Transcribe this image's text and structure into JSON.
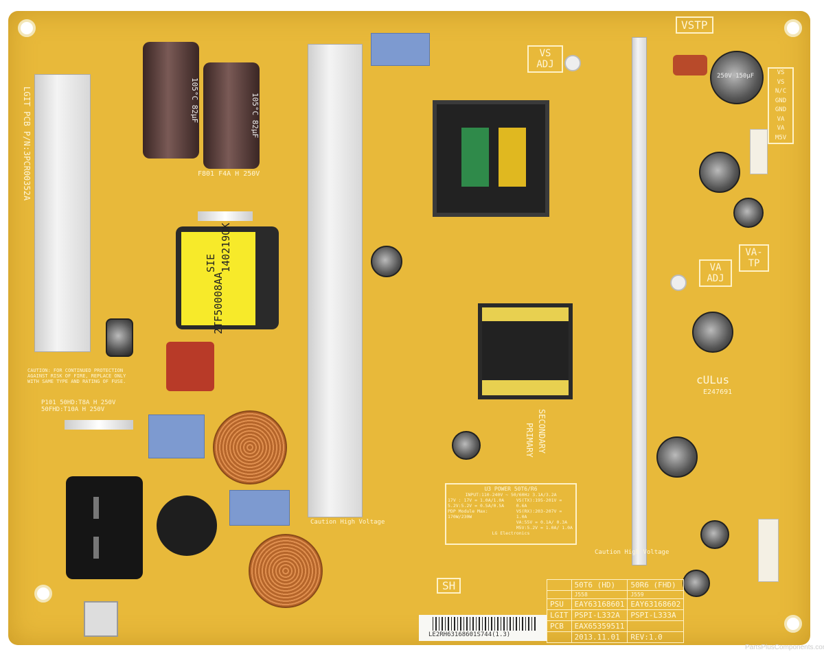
{
  "board": {
    "pcb_part_number": "LGIT PCB P/N:3PCR00352A",
    "test_points": {
      "vstp": "VSTP",
      "vs_adj": "VS ADJ",
      "va_adj": "VA ADJ",
      "va_tp": "VA-TP"
    },
    "connector_pins": [
      "VS",
      "VS",
      "N/C",
      "GND",
      "GND",
      "VA",
      "VA",
      "M5V"
    ],
    "transformer_label": [
      "2TF50008AA",
      "SIE 140219OK"
    ],
    "fuse_label": "F801 F4A H 250V",
    "fuse_main_label": [
      "P101 50HD:T8A H 250V",
      "50FHD:T10A H 250V"
    ],
    "caution_label": "CAUTION: FOR CONTINUED PROTECTION AGAINST RISK OF FIRE, REPLACE ONLY WITH SAME TYPE AND RATING OF FUSE.",
    "cap_labels": [
      "105°C",
      "82µF"
    ],
    "big_cap_label": "250V 150µF",
    "secondary_label": "SECONDARY",
    "primary_label": "PRIMARY",
    "ul_mark": "cULus",
    "ul_number": "E247691",
    "caution_hv": "Caution High Voltage",
    "sh_label": "SH",
    "ratings": {
      "title": "U3 POWER 50T6/R6",
      "input": "INPUT:110-240V ~ 50/60Hz 3.1A/3.2A",
      "lines": [
        "17V : 17V = 1.0A/1.0A",
        "5.2V:5.2V = 0.5A/0.5A",
        "PDP Module Max: 170W/230W",
        "VS(TX):195-201V = 0.6A",
        "VS(RX):203-207V = 1.0A",
        "VA:55V = 0.1A/ 0.3A",
        "M5V:5.2V = 1.0A/ 1.0A"
      ],
      "maker": "LG Electronics"
    },
    "model_table": {
      "headers": [
        "",
        "50T6 (HD)",
        "50R6 (FHD)"
      ],
      "jumpers": [
        "",
        "J558",
        "J559"
      ],
      "rows": [
        [
          "PSU",
          "EAY63168601",
          "EAY63168602"
        ],
        [
          "LGIT",
          "PSPI-L332A",
          "PSPI-L333A"
        ],
        [
          "PCB",
          "EAX65359511",
          ""
        ]
      ],
      "date": "2013.11.01",
      "rev": "REV:1.0"
    },
    "barcode_text": "LE2RH63168601S744(1.3)",
    "watermark": "PartsPlusComponents.com",
    "colors": {
      "pcb": "#e8b93a",
      "silk": "#fff6d8",
      "heatsink": "#e6e6e6",
      "label": "#f7ea2a"
    }
  }
}
